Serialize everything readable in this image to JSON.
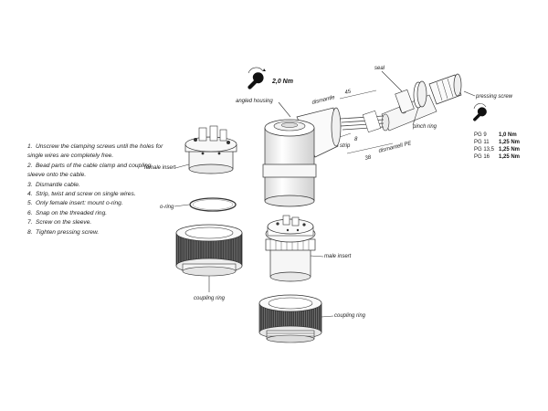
{
  "instructions": [
    {
      "num": "1.",
      "text": "Unscrew the clamping screws until the holes for single wires are completely free."
    },
    {
      "num": "2.",
      "text": "Bead parts of the cable clamp and coupling sleeve onto the cable."
    },
    {
      "num": "3.",
      "text": "Dismantle cable."
    },
    {
      "num": "4.",
      "text": "Strip, twist and screw on single wires."
    },
    {
      "num": "5.",
      "text": "Only female insert: mount o-ring."
    },
    {
      "num": "6.",
      "text": "Snap on the threaded ring."
    },
    {
      "num": "7.",
      "text": "Screw on the sleeve."
    },
    {
      "num": "8.",
      "text": "Tighten pressing screw."
    }
  ],
  "labels": {
    "angled_housing": "angled housing",
    "torque_top": "2,0 Nm",
    "seal": "seal",
    "pressing_screw": "pressing screw",
    "pinch_ring": "pinch ring",
    "dismantle": "dismantle",
    "dim_45": "45",
    "strip": "strip",
    "dim_8": "8",
    "dim_38": "38",
    "dismantle_pe": "dismantell PE",
    "female_insert": "female insert",
    "o_ring": "o-ring",
    "male_insert": "male insert",
    "coupling_ring_left": "coupling ring",
    "coupling_ring_right": "coupling ring"
  },
  "torque_table": [
    {
      "size": "PG 9",
      "torque": "1,0 Nm"
    },
    {
      "size": "PG 11",
      "torque": "1,25 Nm"
    },
    {
      "size": "PG 13,5",
      "torque": "1,25 Nm"
    },
    {
      "size": "PG 16",
      "torque": "1,25 Nm"
    }
  ],
  "colors": {
    "line": "#333333",
    "knurl_dark": "#2a2a2a",
    "metal_light": "#f4f4f4"
  },
  "icons": [
    "wrench-icon-top",
    "wrench-icon-table"
  ]
}
